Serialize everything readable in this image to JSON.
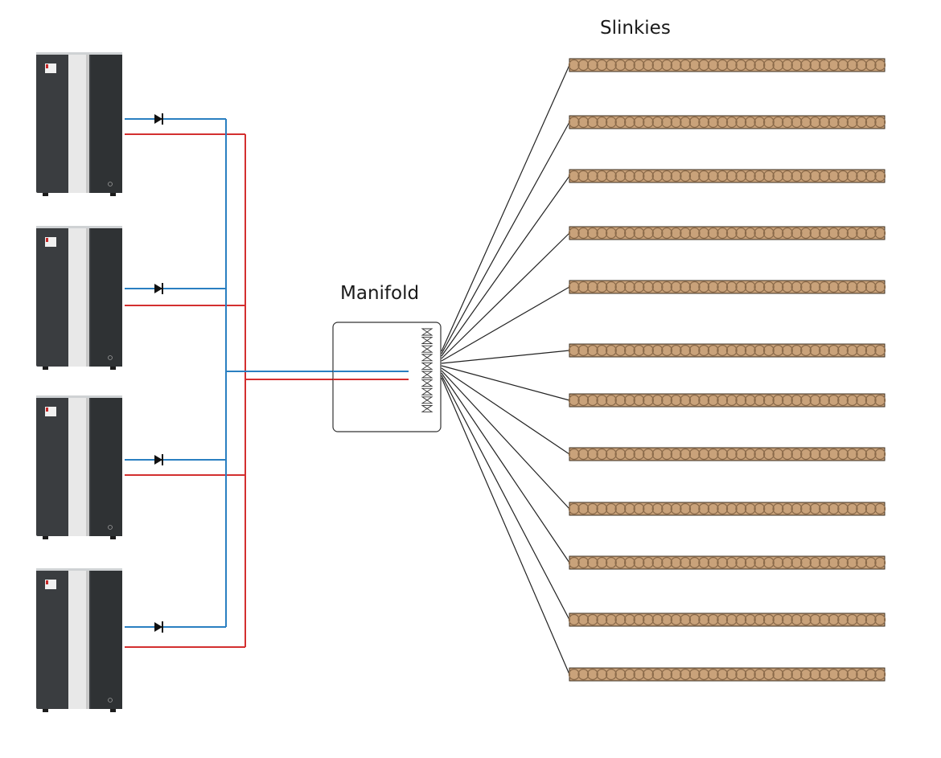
{
  "labels": {
    "slinkies": "Slinkies",
    "manifold": "Manifold"
  },
  "heat_pumps": {
    "count": 4
  },
  "manifold": {
    "valve_count": 10
  },
  "slinkies": {
    "count": 12,
    "coils_per_slinky": 34
  },
  "colors": {
    "flow_pipe": "#d32f2f",
    "return_pipe": "#2a7fc1",
    "slinky_fill": "#c9a27a",
    "slinky_coil": "#8a6a4a",
    "heat_pump_body": "#3a3d40",
    "heat_pump_stripe": "#e8e8e8",
    "manifold_line": "#333333",
    "connector_line": "#222222"
  }
}
